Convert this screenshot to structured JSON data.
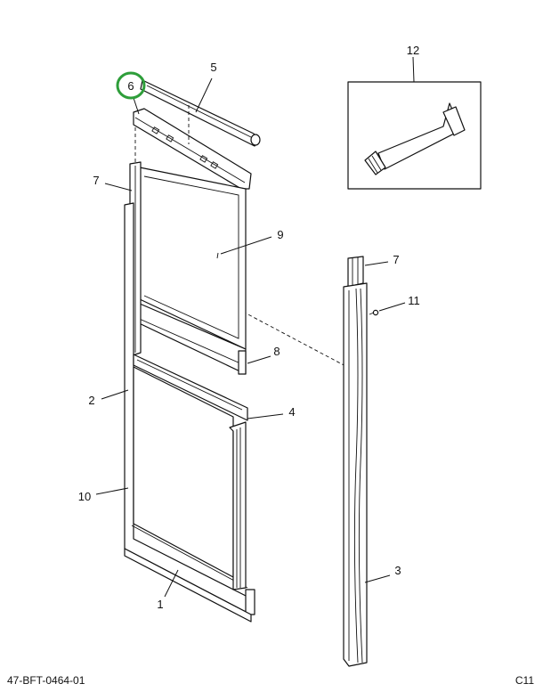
{
  "callouts": [
    {
      "id": "5",
      "text": "5"
    },
    {
      "id": "6",
      "text": "6",
      "highlighted": true
    },
    {
      "id": "7a",
      "text": "7"
    },
    {
      "id": "9",
      "text": "9"
    },
    {
      "id": "8",
      "text": "8"
    },
    {
      "id": "2",
      "text": "2"
    },
    {
      "id": "4",
      "text": "4"
    },
    {
      "id": "10",
      "text": "10"
    },
    {
      "id": "1",
      "text": "1"
    },
    {
      "id": "12",
      "text": "12"
    },
    {
      "id": "7b",
      "text": "7"
    },
    {
      "id": "11",
      "text": "11"
    },
    {
      "id": "3",
      "text": "3"
    }
  ],
  "footer": {
    "drawing_number": "47-BFT-0464-01",
    "sheet_code": "C11"
  },
  "colors": {
    "highlight_ring": "#2e9e3a",
    "line": "#111111"
  },
  "icons": {
    "tube": "sealant-tube-icon"
  }
}
